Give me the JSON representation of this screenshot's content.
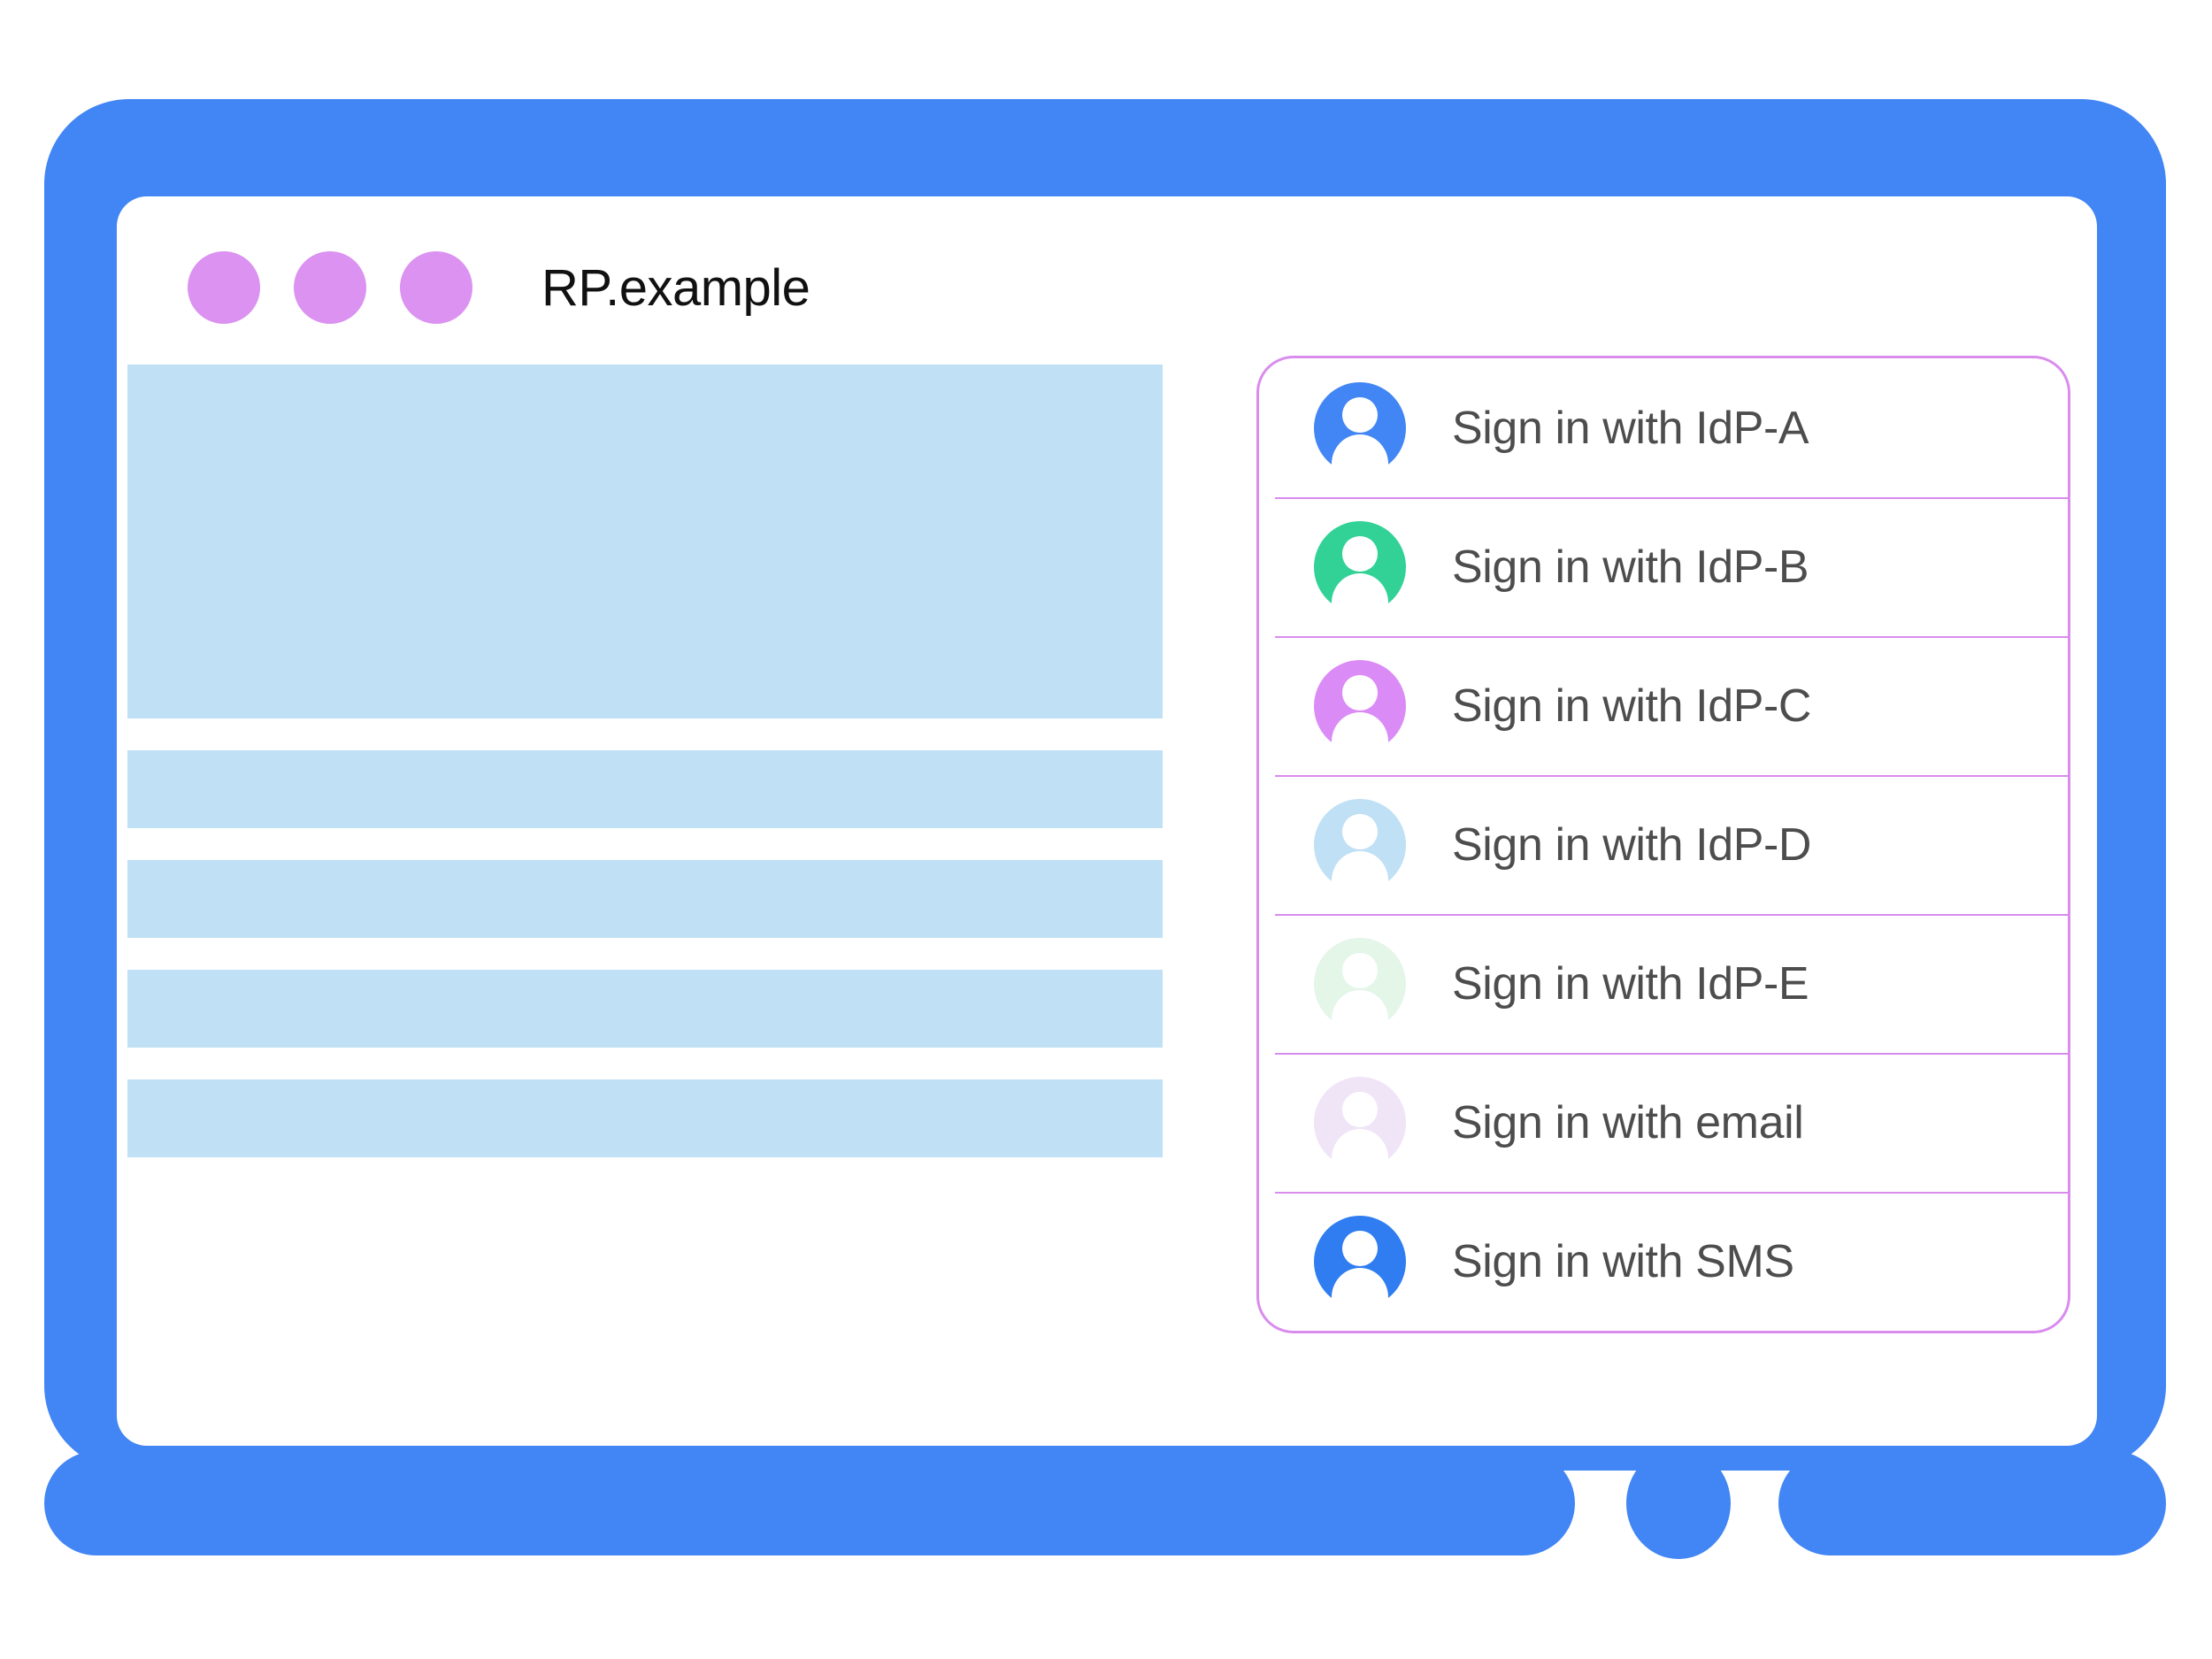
{
  "colors": {
    "bezel_blue": "#4285F4",
    "header_dot_purple": "#DB92F0",
    "placeholder_blue": "#BFE0F5",
    "popup_border": "#D98CEE",
    "label_text": "#4D4D4D"
  },
  "window": {
    "title": "RP.example",
    "dots": [
      "dot-1",
      "dot-2",
      "dot-3"
    ]
  },
  "page_content": {
    "blocks": [
      {
        "name": "hero-placeholder",
        "kind": "hero"
      },
      {
        "name": "text-line-placeholder-1",
        "kind": "bar"
      },
      {
        "name": "text-line-placeholder-2",
        "kind": "bar"
      },
      {
        "name": "text-line-placeholder-3",
        "kind": "bar"
      },
      {
        "name": "text-line-placeholder-4",
        "kind": "bar"
      }
    ]
  },
  "account_chooser": {
    "rows": [
      {
        "label": "Sign in with IdP-A",
        "avatar_color": "#4285F4",
        "icon": "person-avatar-icon"
      },
      {
        "label": "Sign in with IdP-B",
        "avatar_color": "#32D296",
        "icon": "person-avatar-icon"
      },
      {
        "label": "Sign in with IdP-C",
        "avatar_color": "#DB8BF5",
        "icon": "person-avatar-icon"
      },
      {
        "label": "Sign in with IdP-D",
        "avatar_color": "#BFE0F5",
        "icon": "person-avatar-icon"
      },
      {
        "label": "Sign in with IdP-E",
        "avatar_color": "#E3F6E8",
        "icon": "person-avatar-icon"
      },
      {
        "label": "Sign in with email",
        "avatar_color": "#F0E4F7",
        "icon": "person-avatar-icon"
      },
      {
        "label": "Sign in with SMS",
        "avatar_color": "#2F7DF0",
        "icon": "person-avatar-icon"
      }
    ]
  },
  "device": {
    "home_button": "home-button"
  }
}
